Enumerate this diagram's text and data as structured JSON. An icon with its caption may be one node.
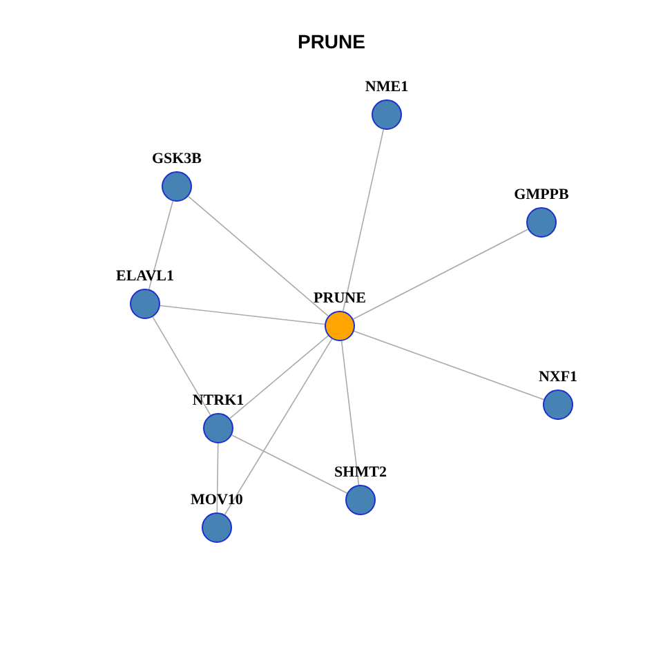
{
  "diagram": {
    "title": "PRUNE",
    "nodes": [
      {
        "text": [
          "NME1"
        ]
      },
      {
        "text": [
          "GSK3B"
        ]
      },
      {
        "text": [
          "GMPPB"
        ]
      },
      {
        "text": [
          "ELAVL1"
        ]
      },
      {
        "text": [
          "PRUNE"
        ]
      },
      {
        "text": [
          "NXF1"
        ]
      },
      {
        "text": [
          "NTRK1"
        ]
      },
      {
        "text": [
          "SHMT2"
        ]
      },
      {
        "text": [
          "MOV10"
        ]
      }
    ],
    "edges": [
      {
        "from": 4,
        "to": 0,
        "arrow": "none"
      },
      {
        "from": 4,
        "to": 2,
        "arrow": "none"
      },
      {
        "from": 4,
        "to": 5,
        "arrow": "none"
      },
      {
        "from": 4,
        "to": 7,
        "arrow": "none"
      },
      {
        "from": 4,
        "to": 8,
        "arrow": "none"
      },
      {
        "from": 4,
        "to": 6,
        "arrow": "none"
      },
      {
        "from": 4,
        "to": 3,
        "arrow": "none"
      },
      {
        "from": 4,
        "to": 1,
        "arrow": "none"
      },
      {
        "from": 1,
        "to": 3,
        "arrow": "none"
      },
      {
        "from": 3,
        "to": 6,
        "arrow": "none"
      },
      {
        "from": 6,
        "to": 8,
        "arrow": "none"
      },
      {
        "from": 6,
        "to": 7,
        "arrow": "none"
      }
    ]
  }
}
